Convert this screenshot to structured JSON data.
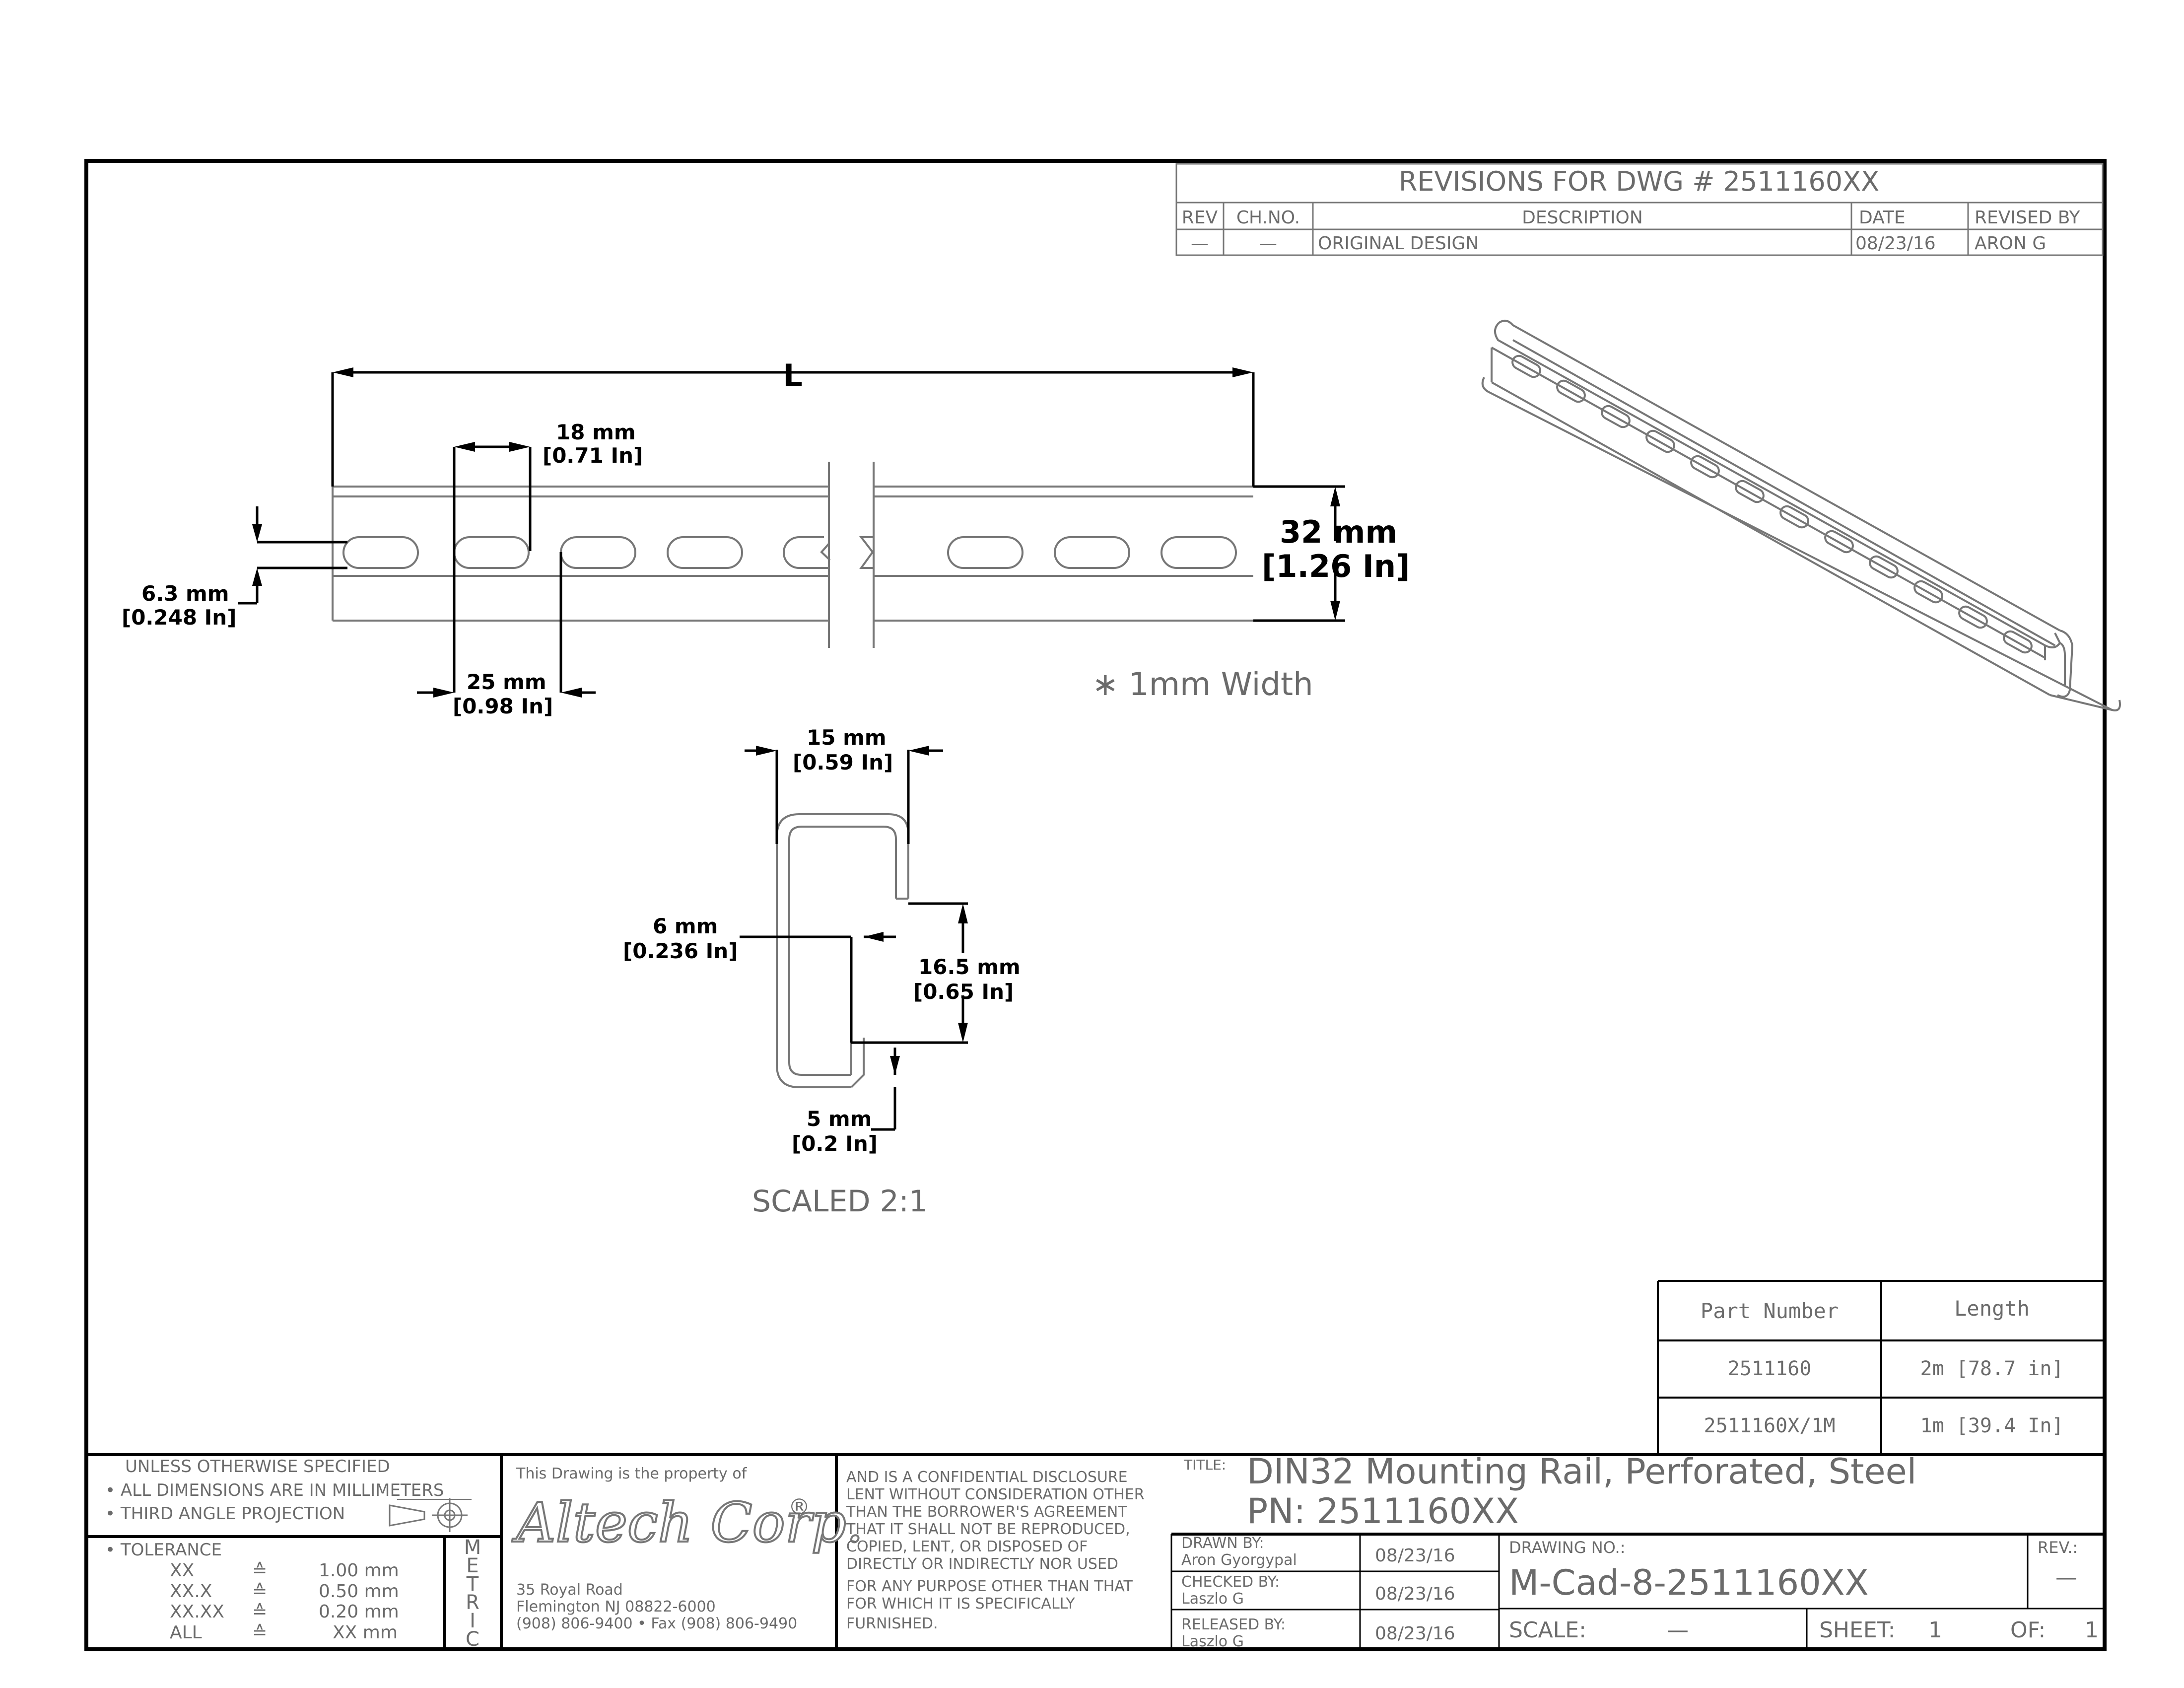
{
  "revisions": {
    "title": "REVISIONS FOR DWG # 2511160XX",
    "headers": [
      "REV",
      "CH.NO.",
      "DESCRIPTION",
      "DATE",
      "REVISED BY"
    ],
    "rows": [
      [
        "—",
        "—",
        "ORIGINAL DESIGN",
        "08/23/16",
        "ARON G"
      ]
    ]
  },
  "dims": {
    "length": "L",
    "slot_len_mm": "18 mm",
    "slot_len_in": "[0.71 In]",
    "slot_h_mm": "6.3 mm",
    "slot_h_in": "[0.248 In]",
    "pitch_mm": "25 mm",
    "pitch_in": "[0.98 In]",
    "height_mm": "32 mm",
    "height_in": "[1.26 In]",
    "width_note": "∗ 1mm Width",
    "depth_mm": "15 mm",
    "depth_in": "[0.59 In]",
    "lip_mm": "6 mm",
    "lip_in": "[0.236 In]",
    "opening_mm": "16.5 mm",
    "opening_in": "[0.65 In]",
    "radius_mm": "5 mm",
    "radius_in": "[0.2 In]",
    "scaled": "SCALED 2:1"
  },
  "parts_table": {
    "headers": [
      "Part Number",
      "Length"
    ],
    "rows": [
      [
        "2511160",
        "2m [78.7 in]"
      ],
      [
        "2511160X/1M",
        "1m [39.4 In]"
      ]
    ]
  },
  "notes": {
    "line1": "UNLESS OTHERWISE SPECIFIED",
    "line2": "• ALL DIMENSIONS ARE IN MILLIMETERS",
    "line3": "• THIRD ANGLE PROJECTION",
    "tolerance_label": "• TOLERANCE",
    "tolerances": [
      [
        "XX",
        "≙",
        "1.00 mm"
      ],
      [
        "XX.X",
        "≙",
        "0.50 mm"
      ],
      [
        "XX.XX",
        "≙",
        "0.20 mm"
      ],
      [
        "ALL",
        "≙",
        "XX mm"
      ]
    ],
    "metric": [
      "M",
      "E",
      "T",
      "R",
      "I",
      "C"
    ]
  },
  "company": {
    "property_of": "This Drawing is the property of",
    "name": "Altech Corp.",
    "reg": "®",
    "address1": "35 Royal Road",
    "address2": "Flemington NJ 08822-6000",
    "phone": "(908) 806-9400 • Fax (908) 806-9490",
    "disclosure": [
      "AND IS A CONFIDENTIAL DISCLOSURE",
      "LENT WITHOUT CONSIDERATION OTHER",
      "THAN THE BORROWER'S AGREEMENT",
      "THAT IT SHALL NOT BE REPRODUCED,",
      "COPIED, LENT, OR DISPOSED OF",
      "DIRECTLY OR INDIRECTLY NOR USED",
      "FOR ANY PURPOSE OTHER THAN THAT",
      "FOR WHICH IT IS SPECIFICALLY",
      "FURNISHED."
    ]
  },
  "title_block": {
    "title_label": "TITLE:",
    "title_line1": "DIN32 Mounting Rail, Perforated, Steel",
    "title_line2": "PN: 2511160XX",
    "drawn_label": "DRAWN BY:",
    "drawn_name": "Aron Gyorgypal",
    "drawn_date": "08/23/16",
    "checked_label": "CHECKED BY:",
    "checked_name": "Laszlo G",
    "checked_date": "08/23/16",
    "released_label": "RELEASED BY:",
    "released_name": "Laszlo G",
    "released_date": "08/23/16",
    "drawing_no_label": "DRAWING NO.:",
    "drawing_no": "M-Cad-8-2511160XX",
    "rev_label": "REV.:",
    "rev": "—",
    "scale_label": "SCALE:",
    "scale": "—",
    "sheet_label": "SHEET:",
    "sheet": "1",
    "of_label": "OF:",
    "of": "1"
  }
}
